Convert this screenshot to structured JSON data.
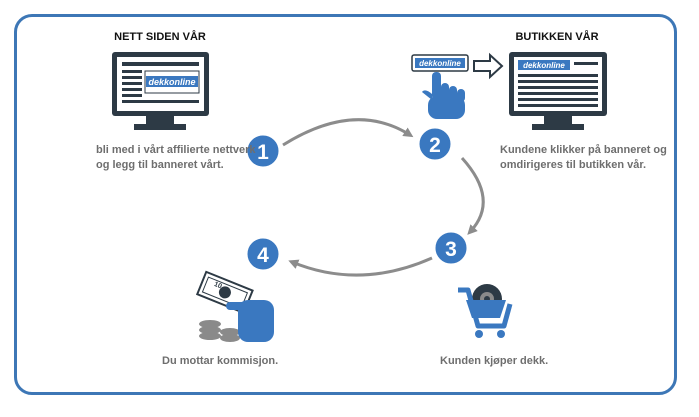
{
  "site_title": "NETT SIDEN VÅR",
  "shop_title": "BUTIKKEN VÅR",
  "banner_brand": "dekkonline",
  "steps": [
    {
      "number": "1",
      "text": "bli med i vårt affilierte nettverk og legg til banneret vårt."
    },
    {
      "number": "2",
      "text": "Kundene klikker på banneret og omdirigeres til butikken vår."
    },
    {
      "number": "3",
      "text": "Kunden kjøper dekk."
    },
    {
      "number": "4",
      "text": "Du mottar kommisjon."
    }
  ],
  "money_note": "10",
  "colors": {
    "frame_blue": "#3d77b6",
    "circle_blue": "#3a78c0",
    "monitor_dark": "#2d3a45",
    "arrow_gray": "#8c8c8c",
    "text_gray": "#6e6e6e"
  },
  "icons": [
    "monitor-icon",
    "hand-pointer-icon",
    "arrow-right-icon",
    "money-hand-icon",
    "shopping-cart-icon",
    "tire-icon"
  ]
}
